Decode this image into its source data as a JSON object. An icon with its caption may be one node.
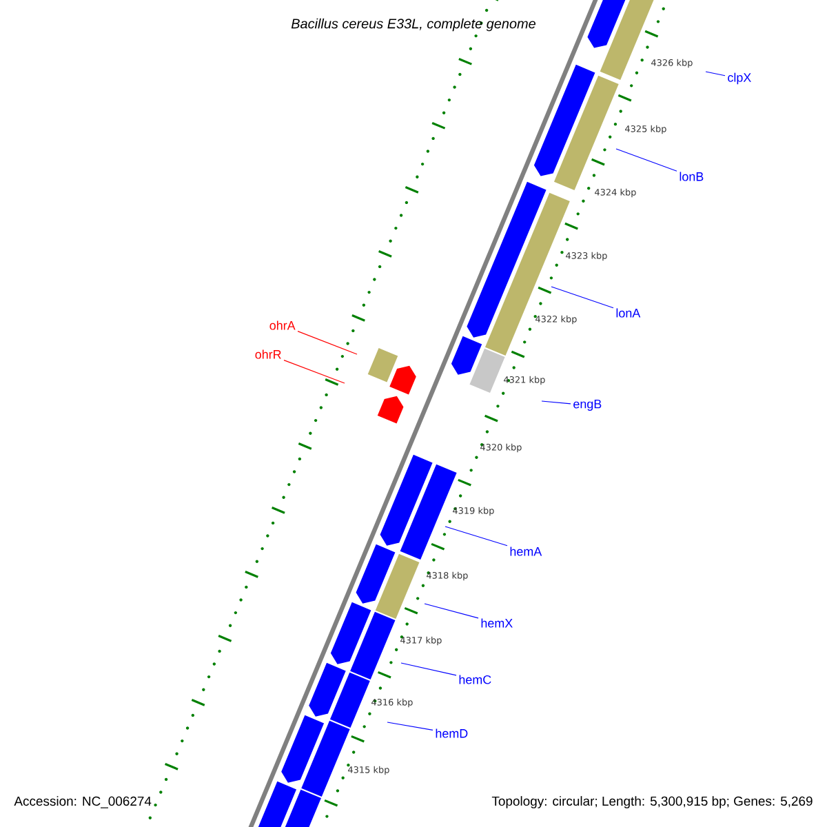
{
  "diagram": {
    "title": "*Bacillus cereus* E33L, complete genome",
    "nodes": [
      {
        "text": [
          "clpX"
        ]
      },
      {
        "text": [
          "lonB"
        ]
      },
      {
        "text": [
          "lonA"
        ]
      },
      {
        "text": [
          "ohrA"
        ]
      },
      {
        "text": [
          "ohrR"
        ]
      },
      {
        "text": [
          "engB"
        ]
      },
      {
        "text": [
          "hemA"
        ]
      },
      {
        "text": [
          "hemX"
        ]
      },
      {
        "text": [
          "hemC"
        ]
      },
      {
        "text": [
          "hemD"
        ]
      }
    ],
    "edges": [
      {
        "from": 0,
        "to": null,
        "arrow": "none"
      },
      {
        "from": 1,
        "to": null,
        "arrow": "none"
      },
      {
        "from": 2,
        "to": null,
        "arrow": "none"
      },
      {
        "from": 3,
        "to": null,
        "arrow": "none",
        "color": "#ff0000"
      },
      {
        "from": 4,
        "to": null,
        "arrow": "none",
        "color": "#ff0000"
      },
      {
        "from": 5,
        "to": null,
        "arrow": "none"
      },
      {
        "from": 6,
        "to": null,
        "arrow": "none"
      },
      {
        "from": 7,
        "to": null,
        "arrow": "none"
      },
      {
        "from": 8,
        "to": null,
        "arrow": "none"
      },
      {
        "from": 9,
        "to": null,
        "arrow": "none"
      }
    ],
    "labels": [
      "4326 kbp",
      "4325 kbp",
      "4324 kbp",
      "4323 kbp",
      "4322 kbp",
      "4321 kbp",
      "4320 kbp",
      "4319 kbp",
      "4318 kbp",
      "4317 kbp",
      "4316 kbp",
      "4315 kbp",
      "Accession: NC_006274",
      "Topology: circular; Length: 5,300,915 bp; Genes: 5,269"
    ]
  }
}
